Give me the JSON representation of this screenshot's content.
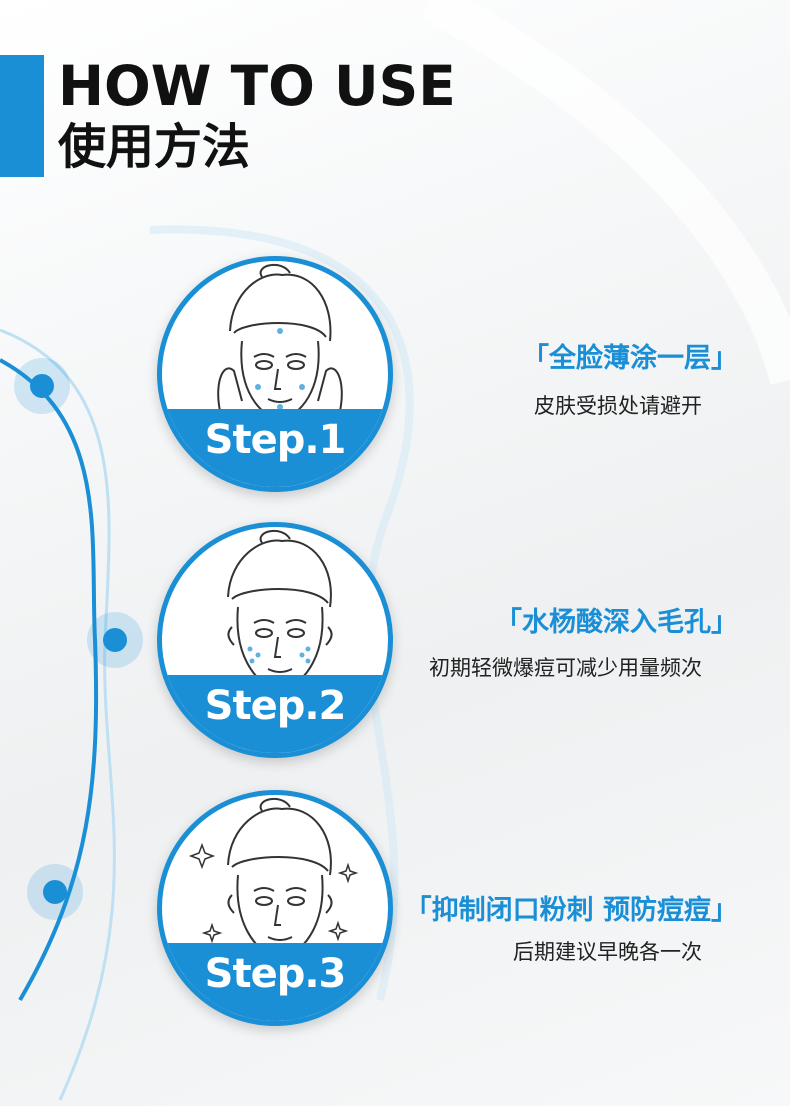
{
  "colors": {
    "accent": "#1a8fd6",
    "text": "#111111",
    "sub_text": "#222222"
  },
  "header": {
    "title_en": "HOW TO USE",
    "title_cn": "使用方法"
  },
  "steps": [
    {
      "label": "Step.1",
      "title": "「全脸薄涂一层」",
      "desc": "皮肤受损处请避开",
      "icon": "face-applying-icon"
    },
    {
      "label": "Step.2",
      "title": "「水杨酸深入毛孔」",
      "desc": "初期轻微爆痘可减少用量频次",
      "icon": "face-pores-icon"
    },
    {
      "label": "Step.3",
      "title": "「抑制闭口粉刺 预防痘痘」",
      "desc": "后期建议早晚各一次",
      "icon": "face-clear-icon"
    }
  ]
}
